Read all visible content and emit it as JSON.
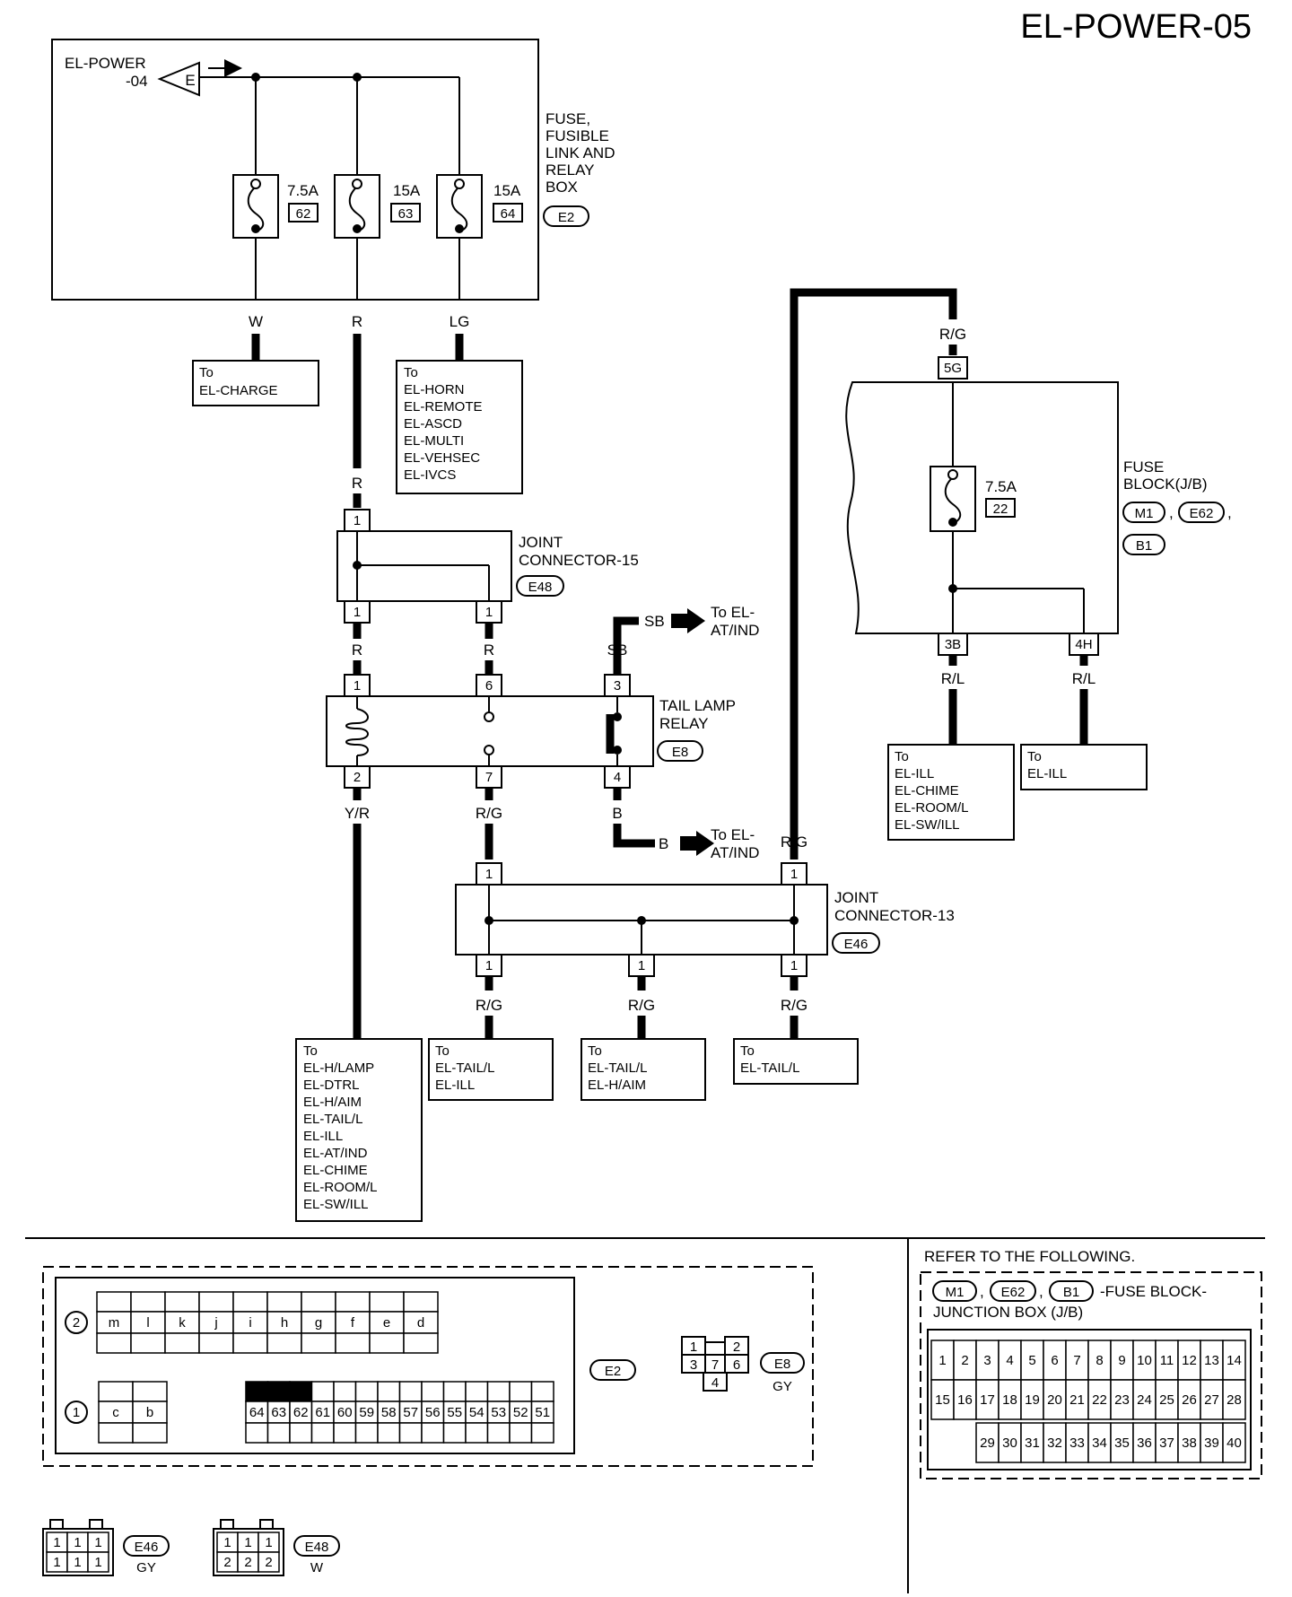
{
  "page_code": "EL-POWER-05",
  "fuse_relay_box": {
    "from_ref_line1": "EL-POWER",
    "from_ref_line2": "-04",
    "from_letter": "E",
    "name_lines": [
      "FUSE,",
      "FUSIBLE",
      "LINK AND",
      "RELAY",
      "BOX"
    ],
    "connector": "E2",
    "fuses": [
      {
        "amp": "7.5A",
        "num": "62",
        "wire": "W"
      },
      {
        "amp": "15A",
        "num": "63",
        "wire": "R"
      },
      {
        "amp": "15A",
        "num": "64",
        "wire": "LG"
      }
    ]
  },
  "to_el_charge": [
    "To",
    "EL-CHARGE"
  ],
  "to_horn_group": [
    "To",
    "EL-HORN",
    "EL-REMOTE",
    "EL-ASCD",
    "EL-MULTI",
    "EL-VEHSEC",
    "EL-IVCS"
  ],
  "joint15": {
    "name_lines": [
      "JOINT",
      "CONNECTOR-15"
    ],
    "connector": "E48",
    "top_pin": "1",
    "bottom_pins": [
      "1",
      "1"
    ],
    "wire_in": "R",
    "wires_out": [
      "R",
      "R"
    ]
  },
  "tail_relay": {
    "name_lines": [
      "TAIL LAMP",
      "RELAY"
    ],
    "connector": "E8",
    "pins_top": [
      "1",
      "6",
      "3"
    ],
    "pins_bottom": [
      "2",
      "7",
      "4"
    ],
    "wire_sb": "SB",
    "wire_b": "B",
    "wire_yr": "Y/R",
    "wire_rg": "R/G"
  },
  "to_at_ind_sb": {
    "wire": "SB",
    "lines": [
      "To EL-",
      "AT/IND"
    ]
  },
  "to_at_ind_b": {
    "wire": "B",
    "lines": [
      "To EL-",
      "AT/IND"
    ]
  },
  "to_hlamp_group": [
    "To",
    "EL-H/LAMP",
    "EL-DTRL",
    "EL-H/AIM",
    "EL-TAIL/L",
    "EL-ILL",
    "EL-AT/IND",
    "EL-CHIME",
    "EL-ROOM/L",
    "EL-SW/ILL"
  ],
  "joint13": {
    "name_lines": [
      "JOINT",
      "CONNECTOR-13"
    ],
    "connector": "E46",
    "pin": "1",
    "wire_in_right": "R/G",
    "wires_out": [
      "R/G",
      "R/G",
      "R/G"
    ]
  },
  "to_tail_ill": [
    "To",
    "EL-TAIL/L",
    "EL-ILL"
  ],
  "to_tail_haim": [
    "To",
    "EL-TAIL/L",
    "EL-H/AIM"
  ],
  "to_tail": [
    "To",
    "EL-TAIL/L"
  ],
  "fuse_block": {
    "name_lines": [
      "FUSE",
      "BLOCK(J/B)"
    ],
    "connectors": [
      "M1",
      "E62",
      "B1"
    ],
    "in_pin": "5G",
    "in_wire": "R/G",
    "fuse_amp": "7.5A",
    "fuse_num": "22",
    "out_pins": [
      "3B",
      "4H"
    ],
    "out_wires": [
      "R/L",
      "R/L"
    ]
  },
  "to_ill_group": [
    "To",
    "EL-ILL",
    "EL-CHIME",
    "EL-ROOM/L",
    "EL-SW/ILL"
  ],
  "to_ill": [
    "To",
    "EL-ILL"
  ],
  "e2_layout": {
    "row2_marker": "2",
    "row1_marker": "1",
    "row2": [
      "m",
      "l",
      "k",
      "j",
      "i",
      "h",
      "g",
      "f",
      "e",
      "d"
    ],
    "row1_small": [
      "c",
      "b"
    ],
    "row1_main": [
      "64",
      "63",
      "62",
      "61",
      "60",
      "59",
      "58",
      "57",
      "56",
      "55",
      "54",
      "53",
      "52",
      "51"
    ],
    "connector": "E2"
  },
  "e8_layout": {
    "top": [
      "1",
      "2"
    ],
    "mid": [
      "3",
      "7",
      "6"
    ],
    "bottom": "4",
    "connector": "E8",
    "color": "GY"
  },
  "e46_layout": {
    "pins": [
      "1",
      "1",
      "1",
      "1",
      "1",
      "1"
    ],
    "connector": "E46",
    "color": "GY"
  },
  "e48_layout": {
    "pins": [
      "1",
      "1",
      "1",
      "2",
      "2",
      "2"
    ],
    "connector": "E48",
    "color": "W"
  },
  "refer": {
    "heading": "REFER TO THE FOLLOWING.",
    "connectors": [
      "M1",
      "E62",
      "B1"
    ],
    "suffix": "-FUSE BLOCK-",
    "line2": "JUNCTION BOX (J/B)",
    "row1": [
      "1",
      "2",
      "3",
      "4",
      "5",
      "6",
      "7",
      "8",
      "9",
      "10",
      "11",
      "12",
      "13",
      "14"
    ],
    "row2": [
      "15",
      "16",
      "17",
      "18",
      "19",
      "20",
      "21",
      "22",
      "23",
      "24",
      "25",
      "26",
      "27",
      "28"
    ],
    "row3": [
      "29",
      "30",
      "31",
      "32",
      "33",
      "34",
      "35",
      "36",
      "37",
      "38",
      "39",
      "40"
    ]
  }
}
